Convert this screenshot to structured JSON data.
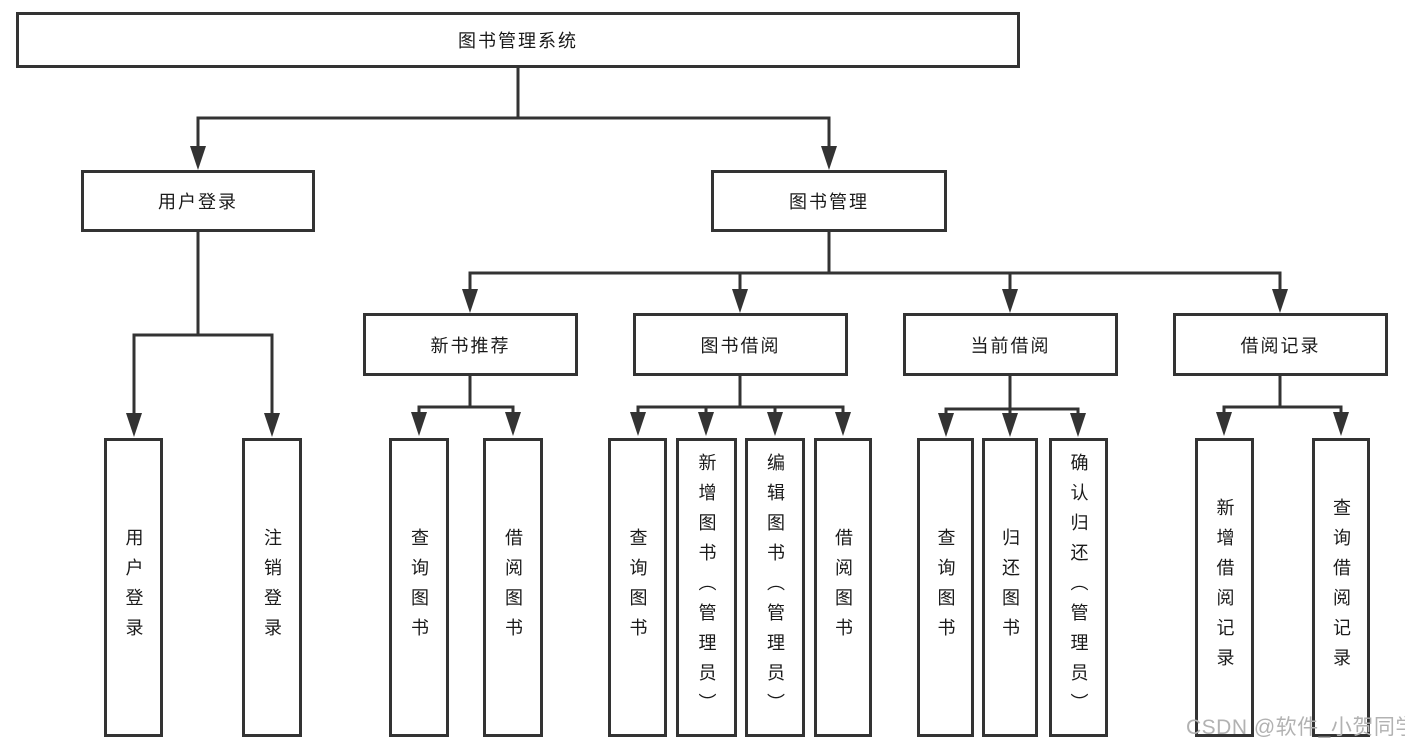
{
  "diagram": {
    "root": {
      "label": "图书管理系统",
      "children": [
        {
          "label": "用户登录",
          "children": [
            {
              "label": "用户登录"
            },
            {
              "label": "注销登录"
            }
          ]
        },
        {
          "label": "图书管理",
          "children": [
            {
              "label": "新书推荐",
              "children": [
                {
                  "label": "查询图书"
                },
                {
                  "label": "借阅图书"
                }
              ]
            },
            {
              "label": "图书借阅",
              "children": [
                {
                  "label": "查询图书"
                },
                {
                  "label": "新增图书（管理员）"
                },
                {
                  "label": "编辑图书（管理员）"
                },
                {
                  "label": "借阅图书"
                }
              ]
            },
            {
              "label": "当前借阅",
              "children": [
                {
                  "label": "查询图书"
                },
                {
                  "label": "归还图书"
                },
                {
                  "label": "确认归还（管理员）"
                }
              ]
            },
            {
              "label": "借阅记录",
              "children": [
                {
                  "label": "新增借阅记录"
                },
                {
                  "label": "查询借阅记录"
                }
              ]
            }
          ]
        }
      ]
    }
  },
  "watermark": {
    "text": "CSDN @软件_小贺同学"
  },
  "colors": {
    "line": "#333333",
    "text": "#1a1a1a",
    "watermark": "#b2b2b2",
    "background": "#ffffff"
  }
}
